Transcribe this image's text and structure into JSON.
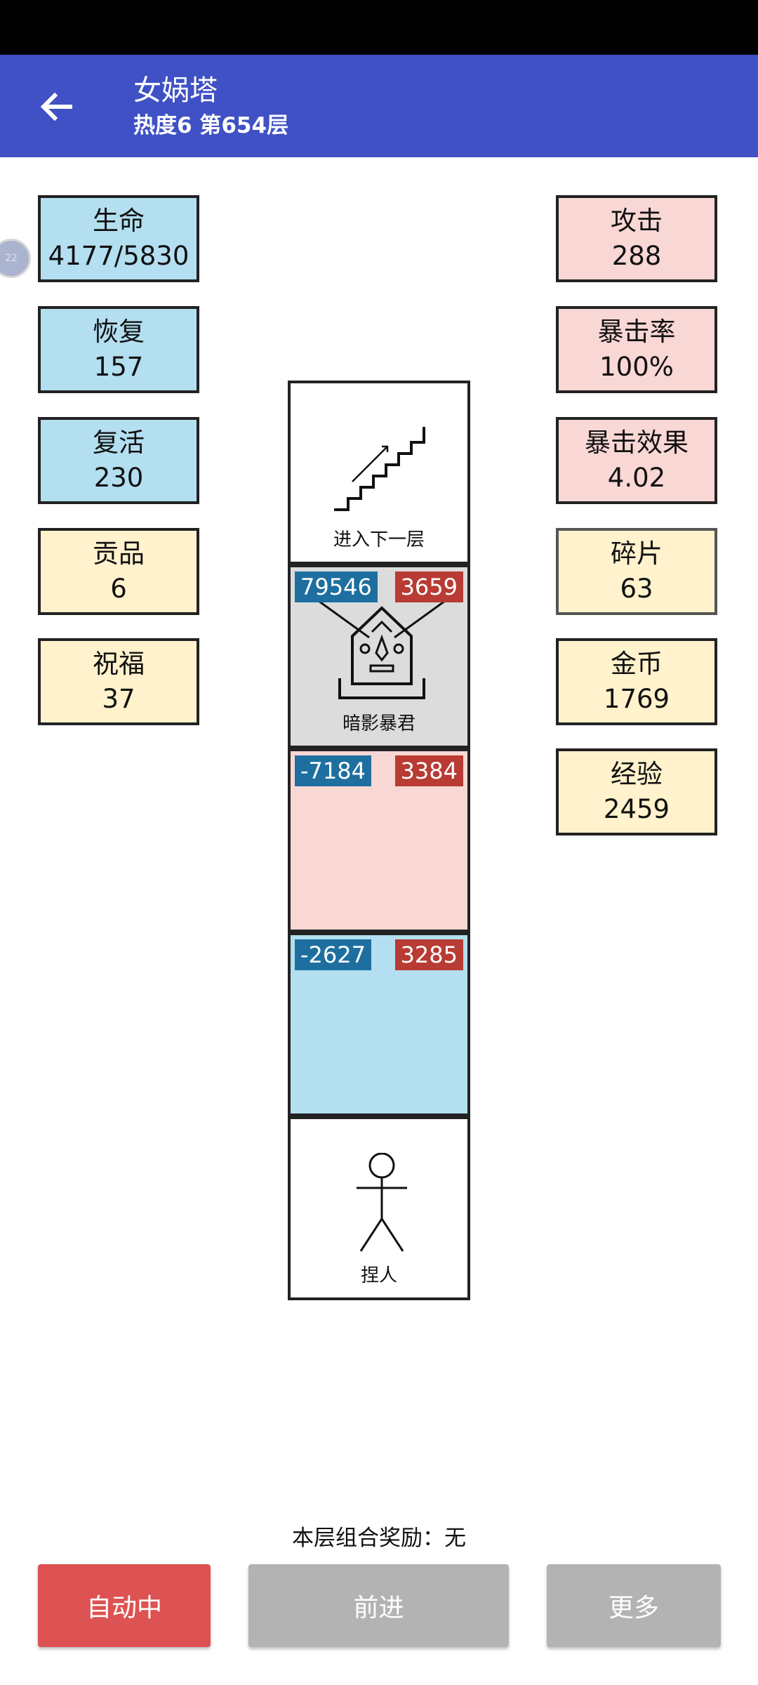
{
  "header": {
    "title": "女娲塔",
    "subtitle": "热度6 第654层"
  },
  "left_stats": [
    {
      "label": "生命",
      "value": "4177/5830"
    },
    {
      "label": "恢复",
      "value": "157"
    },
    {
      "label": "复活",
      "value": "230"
    },
    {
      "label": "贡品",
      "value": "6"
    },
    {
      "label": "祝福",
      "value": "37"
    }
  ],
  "right_stats": [
    {
      "label": "攻击",
      "value": "288"
    },
    {
      "label": "暴击率",
      "value": "100%"
    },
    {
      "label": "暴击效果",
      "value": "4.02"
    },
    {
      "label": "碎片",
      "value": "63"
    },
    {
      "label": "金币",
      "value": "1769"
    },
    {
      "label": "经验",
      "value": "2459"
    }
  ],
  "side_badge": "22",
  "tower": {
    "stairs_caption": "进入下一层",
    "boss": {
      "name": "暗影暴君",
      "left": "79546",
      "right": "3659"
    },
    "floor_pink": {
      "left": "-7184",
      "right": "3384"
    },
    "floor_blue": {
      "left": "-2627",
      "right": "3285"
    },
    "player_caption": "捏人"
  },
  "reward_text": "本层组合奖励：无",
  "buttons": {
    "auto": "自动中",
    "forward": "前进",
    "more": "更多"
  },
  "colors": {
    "appbar": "#3f51c4",
    "stat_blue": "#b3dff0",
    "stat_pink": "#f8d7d5",
    "stat_cream": "#fff2cc",
    "boss_cell": "#dcdcdc",
    "tag_blue": "#1e6fa0",
    "tag_red": "#b83b34",
    "auto_button": "#dd5252",
    "disabled_button": "#b3b3b3"
  },
  "icons": [
    "arrow-left-icon",
    "stairs-icon",
    "shadow-tyrant-icon",
    "stick-figure-icon"
  ]
}
